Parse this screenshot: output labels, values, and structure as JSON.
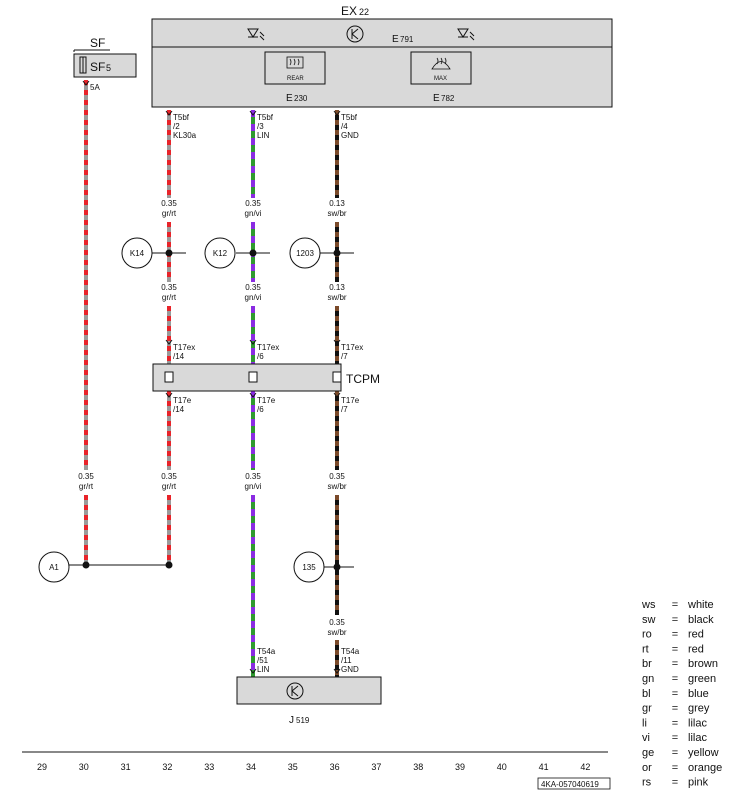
{
  "header": {
    "module_id": "EX",
    "module_sub": "22",
    "switch_top_id": "E",
    "switch_top_sub": "791",
    "switch_rear_id": "E",
    "switch_rear_sub": "230",
    "switch_max_id": "E",
    "switch_max_sub": "782",
    "rear_label": "REAR",
    "max_label": "MAX"
  },
  "fuse": {
    "group": "SF",
    "id": "SF",
    "sub": "5",
    "rating": "5A"
  },
  "wires": [
    {
      "pin": "T5bf",
      "pin_no": "/2",
      "signal": "KL30a",
      "size": "0.35",
      "color_code": "gr/rt"
    },
    {
      "pin": "T5bf",
      "pin_no": "/3",
      "signal": "LIN",
      "size": "0.35",
      "color_code": "gn/vi"
    },
    {
      "pin": "T5bf",
      "pin_no": "/4",
      "signal": "GND",
      "size": "0.13",
      "color_code": "sw/br"
    }
  ],
  "splices": [
    {
      "id": "K14"
    },
    {
      "id": "K12"
    },
    {
      "id": "1203"
    },
    {
      "id": "A1"
    },
    {
      "id": "135"
    }
  ],
  "mid_labels": [
    {
      "size": "0.35",
      "color_code": "gr/rt"
    },
    {
      "size": "0.35",
      "color_code": "gn/vi"
    },
    {
      "size": "0.13",
      "color_code": "sw/br"
    }
  ],
  "tcpm": {
    "label": "TCPM",
    "top_pins": [
      {
        "conn": "T17ex",
        "pin": "/14"
      },
      {
        "conn": "T17ex",
        "pin": "/6"
      },
      {
        "conn": "T17ex",
        "pin": "/7"
      }
    ],
    "bottom_pins": [
      {
        "conn": "T17e",
        "pin": "/14"
      },
      {
        "conn": "T17e",
        "pin": "/6"
      },
      {
        "conn": "T17e",
        "pin": "/7"
      }
    ]
  },
  "lower_labels": [
    {
      "size": "0.35",
      "color_code": "gr/rt"
    },
    {
      "size": "0.35",
      "color_code": "gr/rt"
    },
    {
      "size": "0.35",
      "color_code": "gn/vi"
    },
    {
      "size": "0.35",
      "color_code": "sw/br"
    }
  ],
  "bottom_labels": {
    "gnd_size": "0.35",
    "gnd_color": "sw/br",
    "lin_conn": "T54a",
    "lin_pin": "/51",
    "lin_signal": "LIN",
    "gnd_conn": "T54a",
    "gnd_pin": "/11",
    "gnd_signal": "GND"
  },
  "controller": {
    "id": "J",
    "sub": "519"
  },
  "legend": [
    {
      "code": "ws",
      "eq": "=",
      "meaning": "white"
    },
    {
      "code": "sw",
      "eq": "=",
      "meaning": "black"
    },
    {
      "code": "ro",
      "eq": "=",
      "meaning": "red"
    },
    {
      "code": "rt",
      "eq": "=",
      "meaning": "red"
    },
    {
      "code": "br",
      "eq": "=",
      "meaning": "brown"
    },
    {
      "code": "gn",
      "eq": "=",
      "meaning": "green"
    },
    {
      "code": "bl",
      "eq": "=",
      "meaning": "blue"
    },
    {
      "code": "gr",
      "eq": "=",
      "meaning": "grey"
    },
    {
      "code": "li",
      "eq": "=",
      "meaning": "lilac"
    },
    {
      "code": "vi",
      "eq": "=",
      "meaning": "lilac"
    },
    {
      "code": "ge",
      "eq": "=",
      "meaning": "yellow"
    },
    {
      "code": "or",
      "eq": "=",
      "meaning": "orange"
    },
    {
      "code": "rs",
      "eq": "=",
      "meaning": "pink"
    }
  ],
  "ruler": [
    "29",
    "30",
    "31",
    "32",
    "33",
    "34",
    "35",
    "36",
    "37",
    "38",
    "39",
    "40",
    "41",
    "42"
  ],
  "doc_code": "4KA-057040619",
  "wire_colors": {
    "grey": "#9a9a9a",
    "red": "#e8242a",
    "green": "#2f9a2f",
    "lilac": "#8a2be2",
    "black": "#111111",
    "brown": "#7a4a2a",
    "box_fill": "#d9d9d9"
  }
}
